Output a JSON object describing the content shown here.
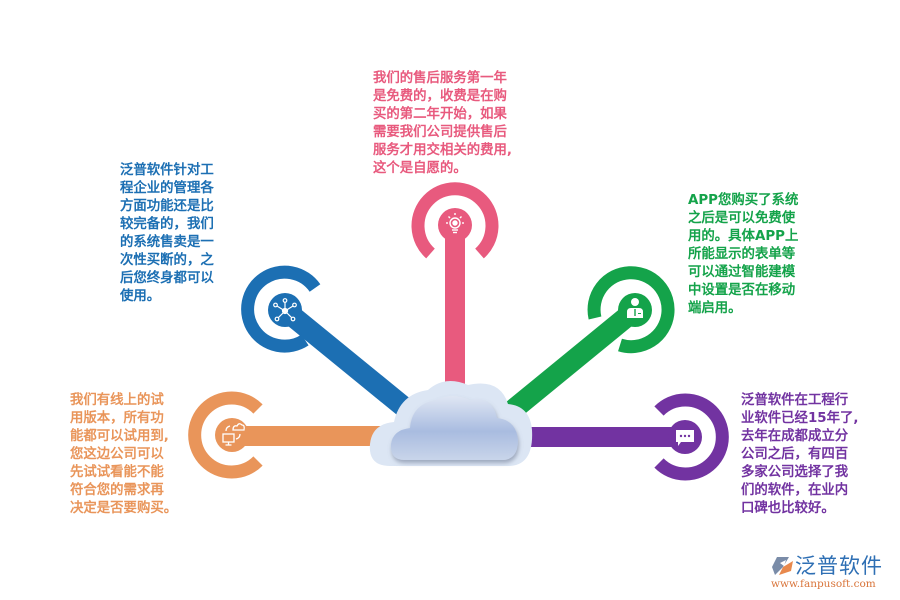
{
  "colors": {
    "pink": "#e85a7e",
    "blue": "#1c6fb3",
    "green": "#14a34a",
    "orange": "#e9955a",
    "purple": "#7233a1",
    "cloud_outer": "#dde7f5",
    "cloud_inner": "#aebfdf"
  },
  "nodes": [
    {
      "id": "pink",
      "icon": "lightbulb-icon",
      "text": "我们的售后服务第一年\n是免费的，收费是在购\n买的第二年开始，如果\n需要我们公司提供售后\n服务才用交相关的费用,\n这个是自愿的。"
    },
    {
      "id": "blue",
      "icon": "network-icon",
      "text": "泛普软件针对工\n程企业的管理各\n方面功能还是比\n较完备的，我们\n的系统售卖是一\n次性买断的，之\n后您终身都可以\n使用。"
    },
    {
      "id": "green",
      "icon": "businessman-icon",
      "text": "APP您购买了系统\n之后是可以免费使\n用的。具体APP上\n所能显示的表单等\n可以通过智能建模\n中设置是否在移动\n端启用。"
    },
    {
      "id": "orange",
      "icon": "cloud-computer-sync-icon",
      "text": "我们有线上的试\n用版本，所有功\n能都可以试用到,\n您这边公司可以\n先试试看能不能\n符合您的需求再\n决定是否要购买。"
    },
    {
      "id": "purple",
      "icon": "chat-bubble-icon",
      "text": "泛普软件在工程行\n业软件已经15年了,\n去年在成都成立分\n公司之后，有四百\n多家公司选择了我\n们的软件，在业内\n口碑也比较好。"
    }
  ],
  "center": {
    "icon": "cloud-icon"
  },
  "logo": {
    "name": "泛普软件",
    "url": "www.fanpusoft.com"
  }
}
